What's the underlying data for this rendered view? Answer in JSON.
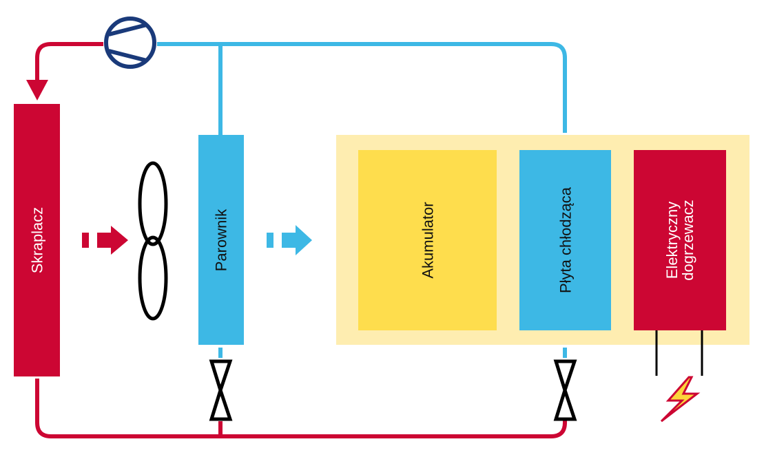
{
  "diagram": {
    "colors": {
      "hot": "#cc0633",
      "cold": "#3db8e5",
      "compressor": "#1a3a7a",
      "battery_module_bg": "#feedb0",
      "accumulator": "#fedd4d",
      "black": "#000000",
      "lightning_fill": "#fcd53a"
    },
    "components": {
      "condenser": {
        "label": "Skraplacz"
      },
      "evaporator": {
        "label": "Parownik"
      },
      "accumulator": {
        "label": "Akumulator"
      },
      "cooling_plate": {
        "label": "Płyta chłodząca"
      },
      "electric_heater": {
        "label_line1": "Elektryczny",
        "label_line2": "dogrzewacz"
      }
    },
    "icons": [
      "compressor-icon",
      "fan-icon",
      "expansion-valve-icon",
      "lightning-icon",
      "airflow-arrow-icon",
      "flow-direction-arrow-icon"
    ]
  }
}
